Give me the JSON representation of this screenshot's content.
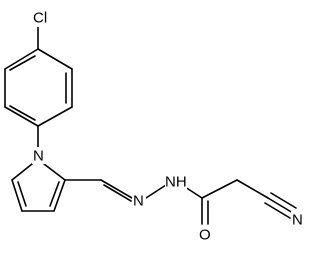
{
  "molecule": {
    "labels": {
      "cl": "Cl",
      "n_pyrrole": "N",
      "n_imine": "N",
      "nh": "NH",
      "o": "O",
      "n_nitrile": "N"
    }
  }
}
